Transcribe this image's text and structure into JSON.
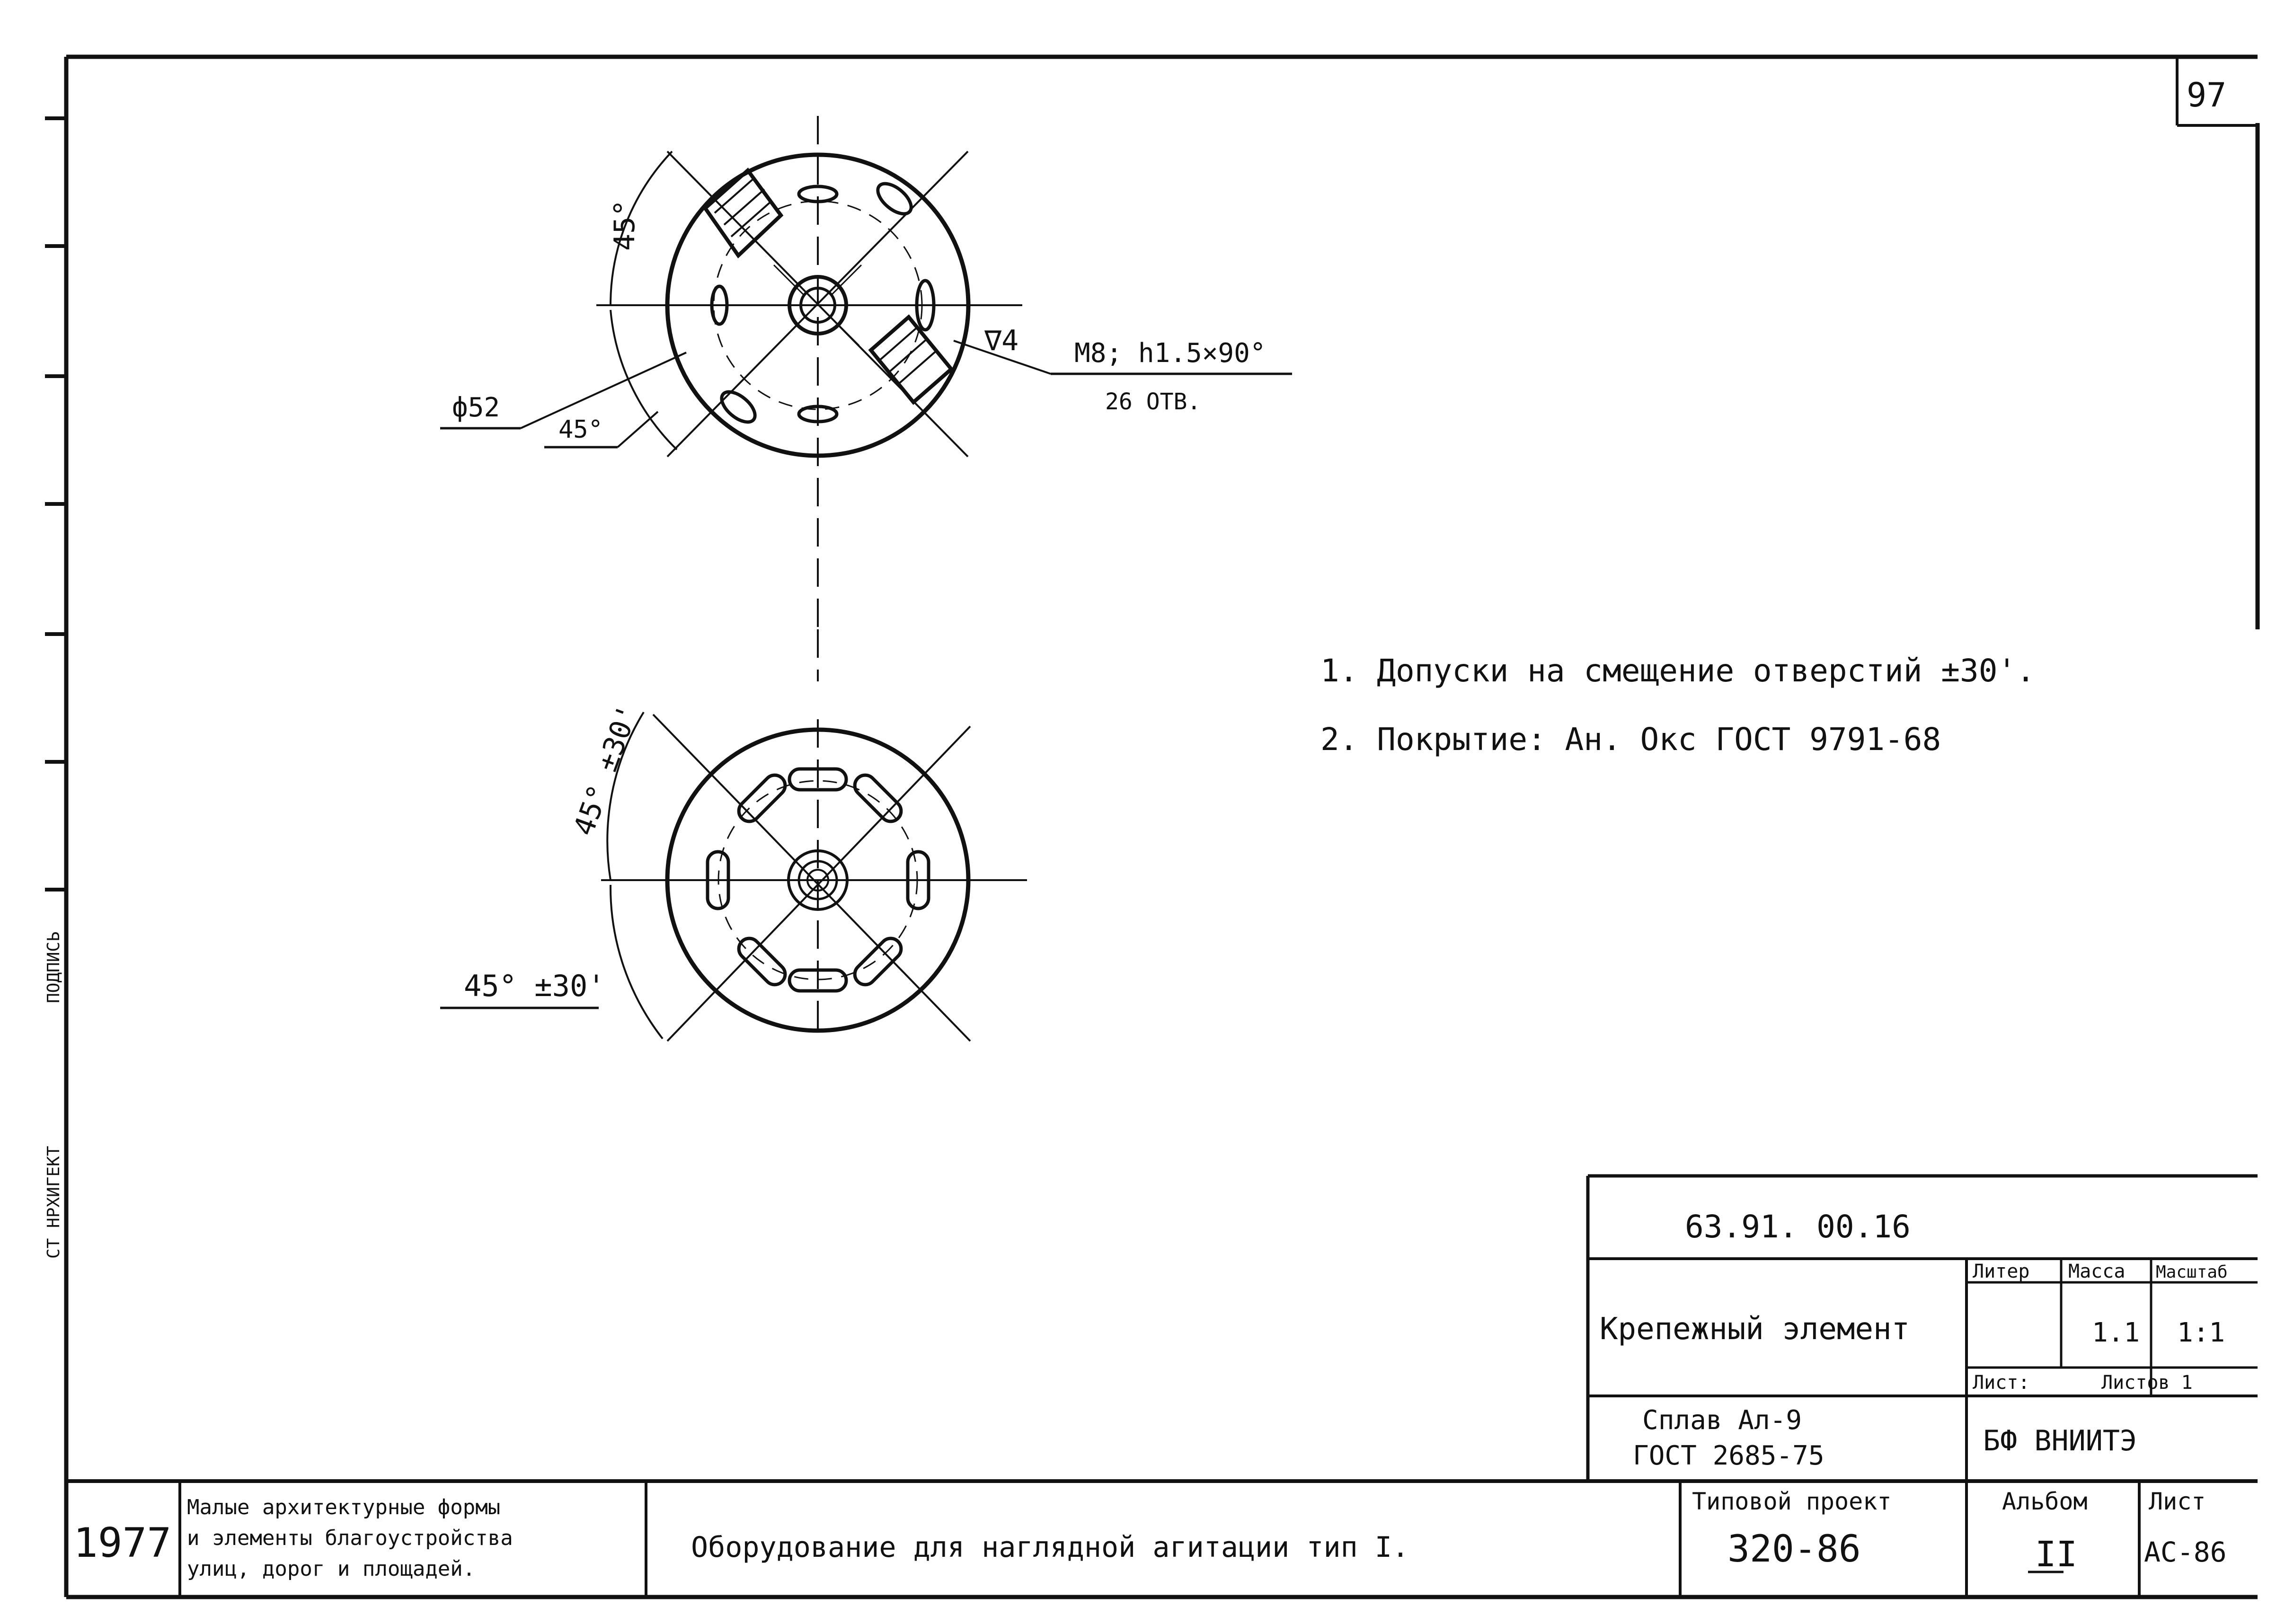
{
  "sheet": {
    "page_number": "97",
    "archive_stamp": "СТ НРХИГЕКТ",
    "archive_stamp_2": "ПОДПИСЬ"
  },
  "top_view": {
    "angle_label": "45°",
    "diameter_label": "ф52",
    "angle_label_lower": "45°",
    "roughness_label": "∇4",
    "thread_spec": "М8; h1.5×90°",
    "hole_count": "26 ОТВ."
  },
  "bottom_view": {
    "angle_label_top": "45° ±30'",
    "angle_label_left": "45° ±30'"
  },
  "notes": [
    "1.  Допуски на смещение отверстий ±30'.",
    "2.  Покрытие: Ан. Окс  ГОСТ 9791-68"
  ],
  "title_block": {
    "doc_code": "63.91. 00.16",
    "part_name": "Крепежный элемент",
    "col_liter": "Литер",
    "col_mass": "Масса",
    "col_scale": "Масштаб",
    "mass_value": "1.1",
    "scale_value": "1:1",
    "sheet_label": "Лист:",
    "sheets_label": "Листов 1",
    "material_line1": "Сплав Ал-9",
    "material_line2": "ГОСТ 2685-75",
    "organization": "БФ ВНИИТЭ",
    "year": "1977",
    "series_line1": "Малые архитектурные формы",
    "series_line2": "и элементы благоустройства",
    "series_line3": "улиц, дорог и площадей.",
    "equipment_title": "Оборудование для наглядной агитации тип I.",
    "project_label": "Типовой проект",
    "project_number": "320-86",
    "album_label": "Альбом",
    "album_value": "II",
    "list_label": "Лист",
    "list_value": "АС-86"
  }
}
